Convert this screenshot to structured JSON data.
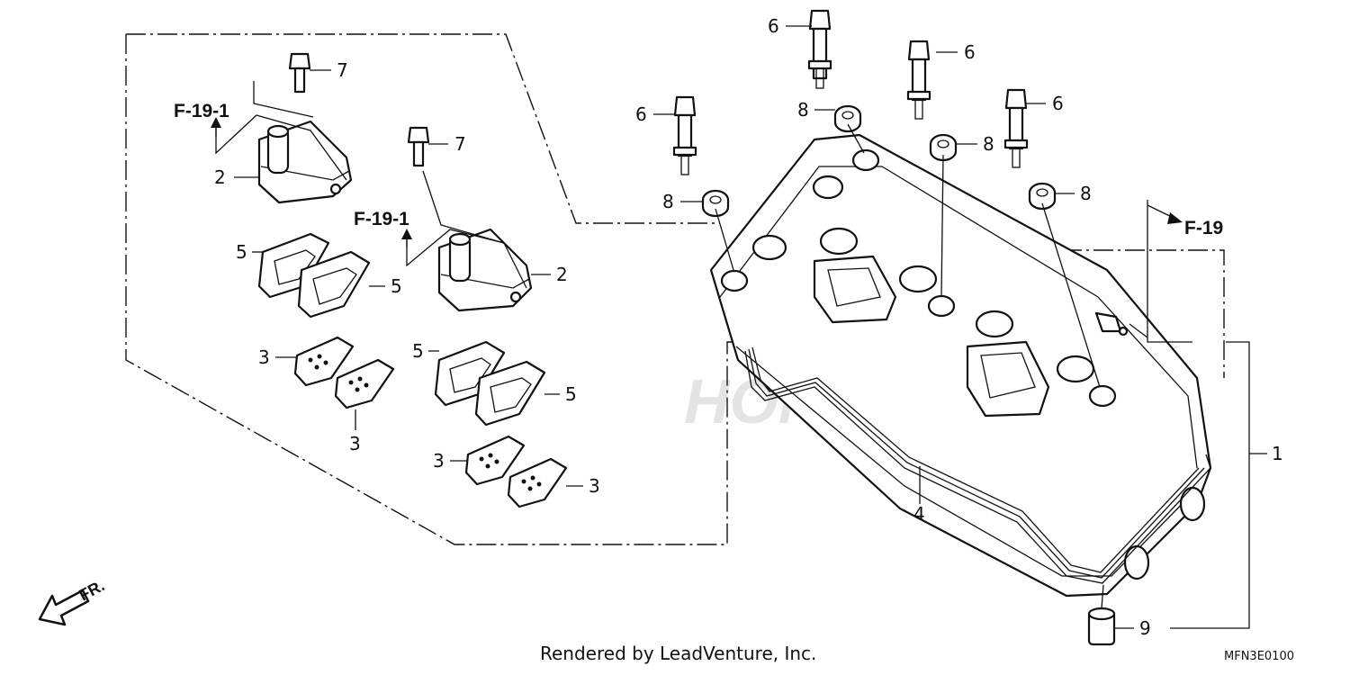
{
  "diagram": {
    "callouts": {
      "p1": "1",
      "p2": "2",
      "p3": "3",
      "p4": "4",
      "p5": "5",
      "p6": "6",
      "p7": "7",
      "p8": "8",
      "p9": "9"
    },
    "references": {
      "f19_1": "F-19-1",
      "f19": "F-19"
    },
    "watermark": "HONDA",
    "front_marker": "FR."
  },
  "footer": {
    "rendered_by": "Rendered by LeadVenture, Inc.",
    "diagram_code": "MFN3E0100"
  }
}
